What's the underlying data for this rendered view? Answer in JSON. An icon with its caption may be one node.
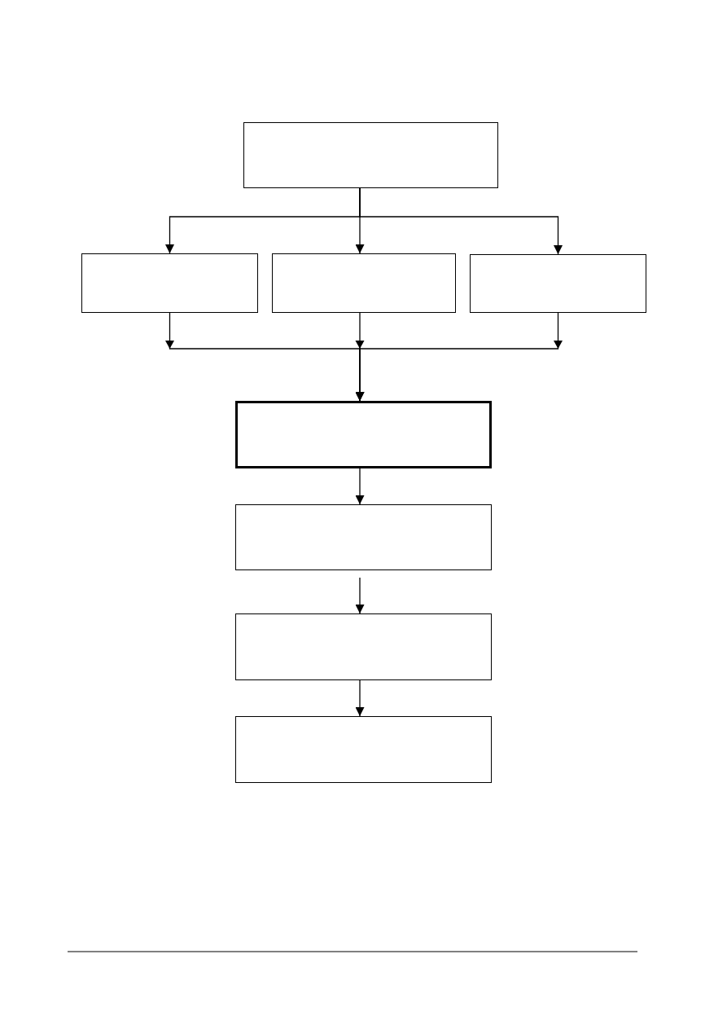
{
  "diagram": {
    "nodes": [
      {
        "text": [],
        "shape": "box"
      },
      {
        "text": [],
        "shape": "box"
      },
      {
        "text": [],
        "shape": "box"
      },
      {
        "text": [],
        "shape": "box"
      },
      {
        "text": [],
        "shape": "box"
      },
      {
        "text": [],
        "shape": "box"
      },
      {
        "text": [],
        "shape": "box"
      },
      {
        "text": [],
        "shape": "box"
      }
    ],
    "edges": [
      {
        "from": 0,
        "to": 1,
        "arrow": "to"
      },
      {
        "from": 0,
        "to": 2,
        "arrow": "to"
      },
      {
        "from": 0,
        "to": 3,
        "arrow": "to"
      },
      {
        "from": 1,
        "to": 4,
        "arrow": "to"
      },
      {
        "from": 2,
        "to": 4,
        "arrow": "to"
      },
      {
        "from": 3,
        "to": 4,
        "arrow": "to"
      },
      {
        "from": 4,
        "to": 5,
        "arrow": "to"
      },
      {
        "from": 5,
        "to": 6,
        "arrow": "to"
      },
      {
        "from": 6,
        "to": 7,
        "arrow": "to"
      }
    ]
  }
}
